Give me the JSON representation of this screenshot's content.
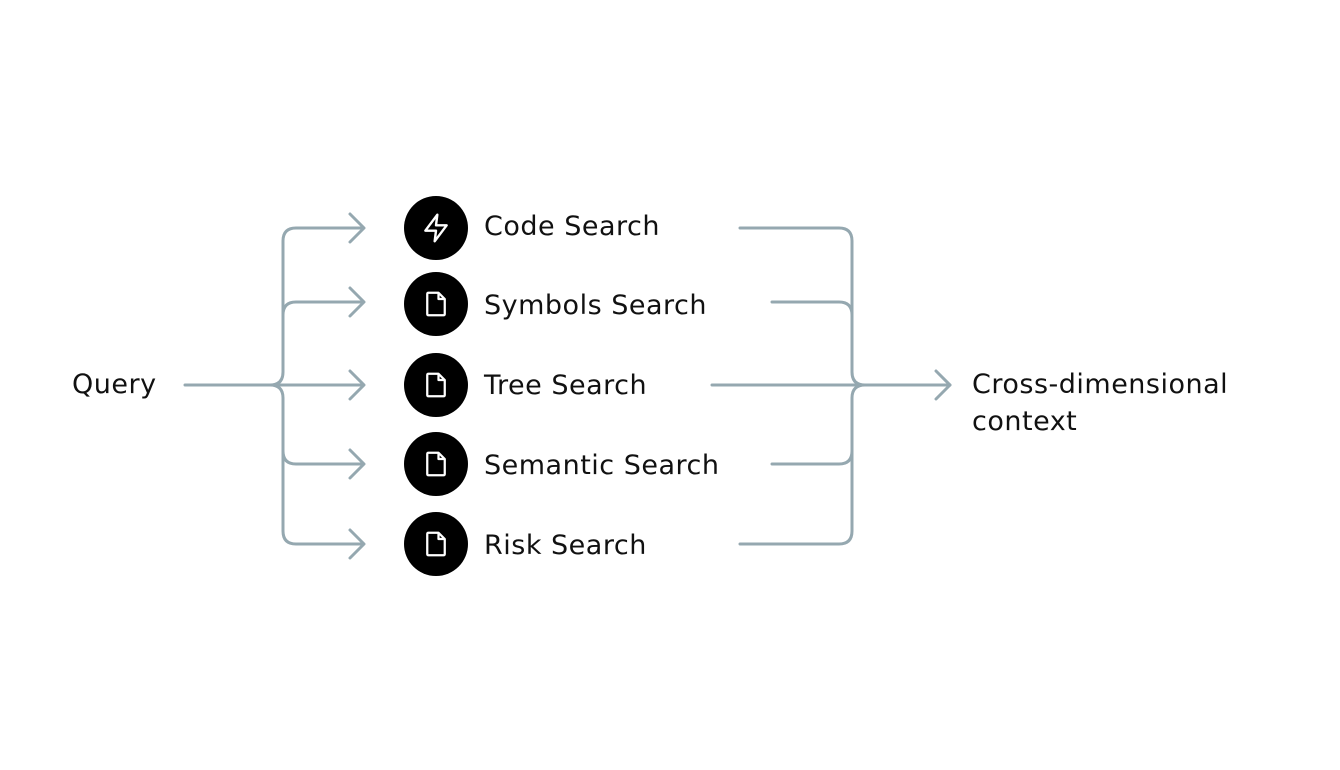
{
  "source": {
    "label": "Query"
  },
  "searches": [
    {
      "label": "Code Search",
      "icon": "lightning-icon"
    },
    {
      "label": "Symbols Search",
      "icon": "file-icon"
    },
    {
      "label": "Tree Search",
      "icon": "file-icon"
    },
    {
      "label": "Semantic Search",
      "icon": "file-icon"
    },
    {
      "label": "Risk Search",
      "icon": "file-icon"
    }
  ],
  "output": {
    "line1": "Cross-dimensional",
    "line2": "context"
  },
  "colors": {
    "connector": "#95a8b0",
    "node": "#000000",
    "text": "#111111"
  }
}
